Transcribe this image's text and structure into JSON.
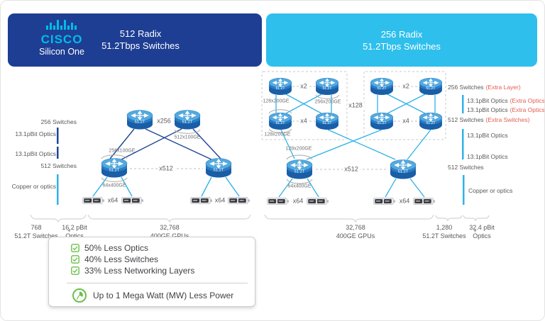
{
  "header": {
    "brand": "CISCO",
    "product": "Silicon One",
    "left": {
      "line1": "512 Radix",
      "line2": "51.2Tbps Switches"
    },
    "right": {
      "line1": "256 Radix",
      "line2": "51.2Tbps Switches"
    }
  },
  "colors": {
    "header_navy": "#1e3e93",
    "header_cyan": "#2ebfec",
    "link_dark": "#1f4496",
    "link_light": "#2fb2e8",
    "annotation_red": "#e35d4f",
    "benefit_green": "#6cbf4b",
    "text_gray": "#58595b"
  },
  "left_diagram": {
    "router_label": "51.2T",
    "io_labels": [
      {
        "text": "256 Switches"
      },
      {
        "text": "13.1pBit Optics"
      },
      {
        "text": "13.1pBit Optics"
      },
      {
        "text": "512 Switches"
      },
      {
        "text": "Copper or optics"
      }
    ],
    "multipliers": {
      "top": "x256",
      "spine": "x512",
      "gpu": "x64"
    },
    "port_labels": {
      "top_right": "512x100GE",
      "mid": "256x100GE",
      "bottom": "64x400GE"
    },
    "stats": {
      "switches_value": "768",
      "switches_label": "51.2T Switches",
      "plus": "+",
      "optics_value": "16.2 pBit",
      "optics_label": "Optics",
      "gpus_value": "32,768",
      "gpus_label": "400GE GPUs"
    }
  },
  "right_diagram": {
    "router_label": "51.2T",
    "io_labels": [
      {
        "text": "256 Switches",
        "extra": "(Extra Layer)"
      },
      {
        "text": "13.1pBit Optics",
        "extra": "(Extra Optics)"
      },
      {
        "text": "13.1pBit Optics",
        "extra": "(Extra Optics)"
      },
      {
        "text": "512 Switches",
        "extra": "(Extra Switches)"
      },
      {
        "text": "13.1pBit Optics"
      },
      {
        "text": "13.1pBit Optics"
      },
      {
        "text": "512 Switches"
      },
      {
        "text": "Copper or optics"
      }
    ],
    "multipliers": {
      "pair_top": "x2",
      "pair_bottom": "x4",
      "groups": "x128",
      "spine": "x512",
      "gpu": "x64"
    },
    "port_labels": {
      "g1_top_left": "128x200GE",
      "g1_top_right": "256x200GE",
      "g1_bottom": "128x200GE",
      "spine_top": "128x200GE",
      "spine_bottom": "64x400GE"
    },
    "stats": {
      "gpus_value": "32,768",
      "gpus_label": "400GE GPUs",
      "switches_value": "1,280",
      "switches_label": "51.2T Switches",
      "plus": "+",
      "optics_value": "32.4 pBit",
      "optics_label": "Optics"
    }
  },
  "benefits": {
    "items": [
      "50% Less Optics",
      "40% Less Switches",
      "33% Less Networking Layers"
    ],
    "power_label": "Up to 1 Mega Watt (MW) Less Power"
  }
}
